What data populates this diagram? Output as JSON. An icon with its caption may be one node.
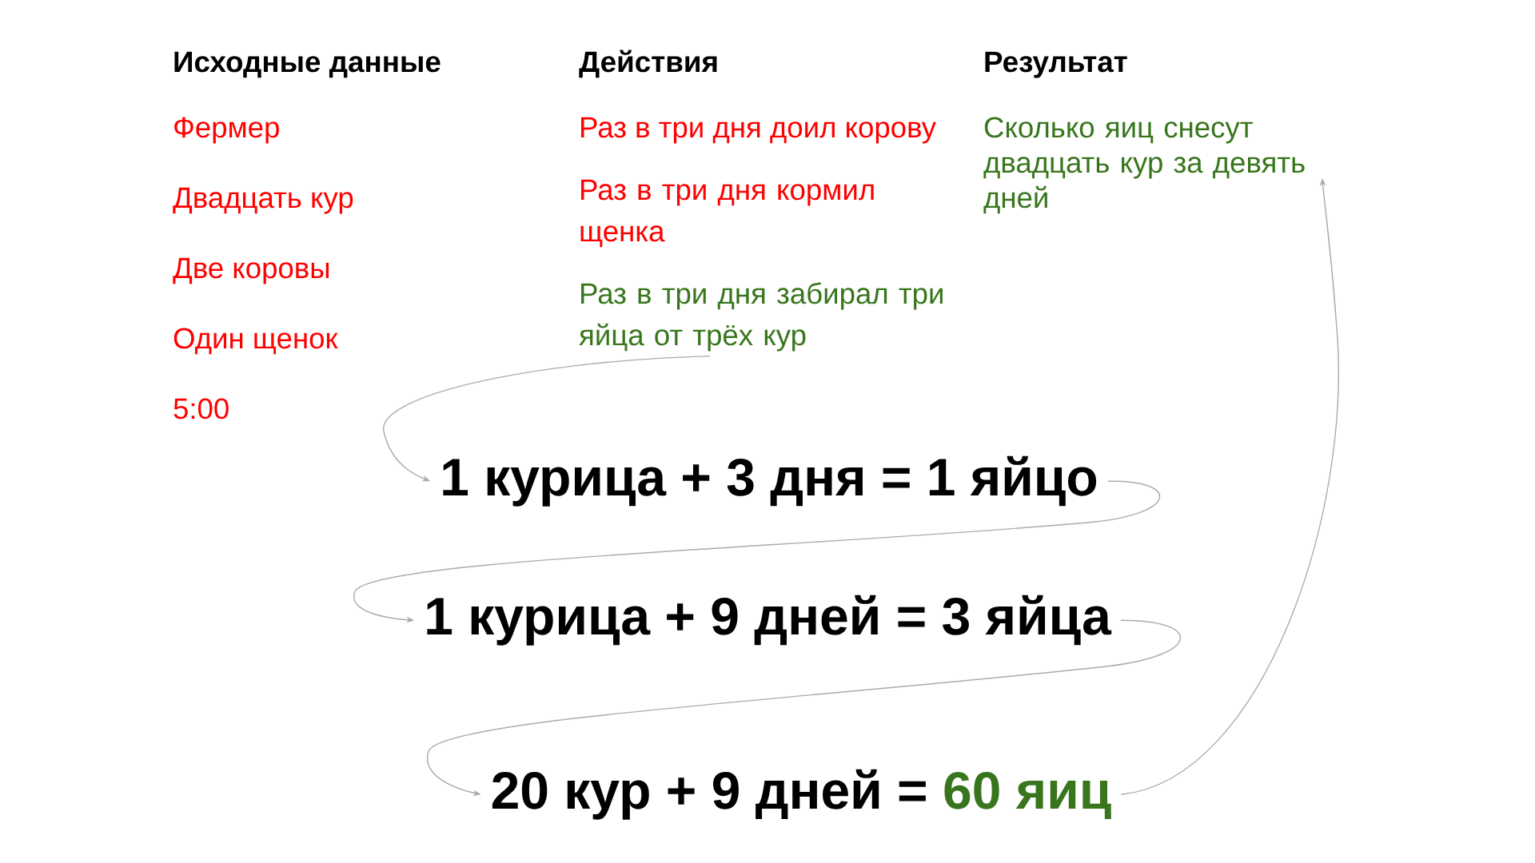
{
  "diagram": {
    "nodes": [
      {
        "text": [
          "Раз в три дня забирал три яйца от трёх кур"
        ]
      },
      {
        "text": [
          "1 курица + 3 дня = 1 яйцо"
        ]
      },
      {
        "text": [
          "1 курица + 9 дней = 3 яйца"
        ]
      },
      {
        "text": [
          "20 кур + 9 дней =",
          "60 яиц"
        ]
      },
      {
        "text": [
          "Сколько яиц снесут двадцать кур за девять дней"
        ]
      }
    ],
    "edges": [
      {
        "from": 0,
        "to": 1,
        "arrow": "to"
      },
      {
        "from": 1,
        "to": 2,
        "arrow": "to"
      },
      {
        "from": 2,
        "to": 3,
        "arrow": "to"
      },
      {
        "from": 3,
        "to": 4,
        "arrow": "to"
      }
    ],
    "labels": [
      "Исходные данные",
      "Фермер",
      "Двадцать кур",
      "Две коровы",
      "Один щенок",
      "5:00",
      "Действия",
      "Раз в три дня доил корову",
      "Раз в три дня кормил щенка",
      "Результат"
    ]
  }
}
